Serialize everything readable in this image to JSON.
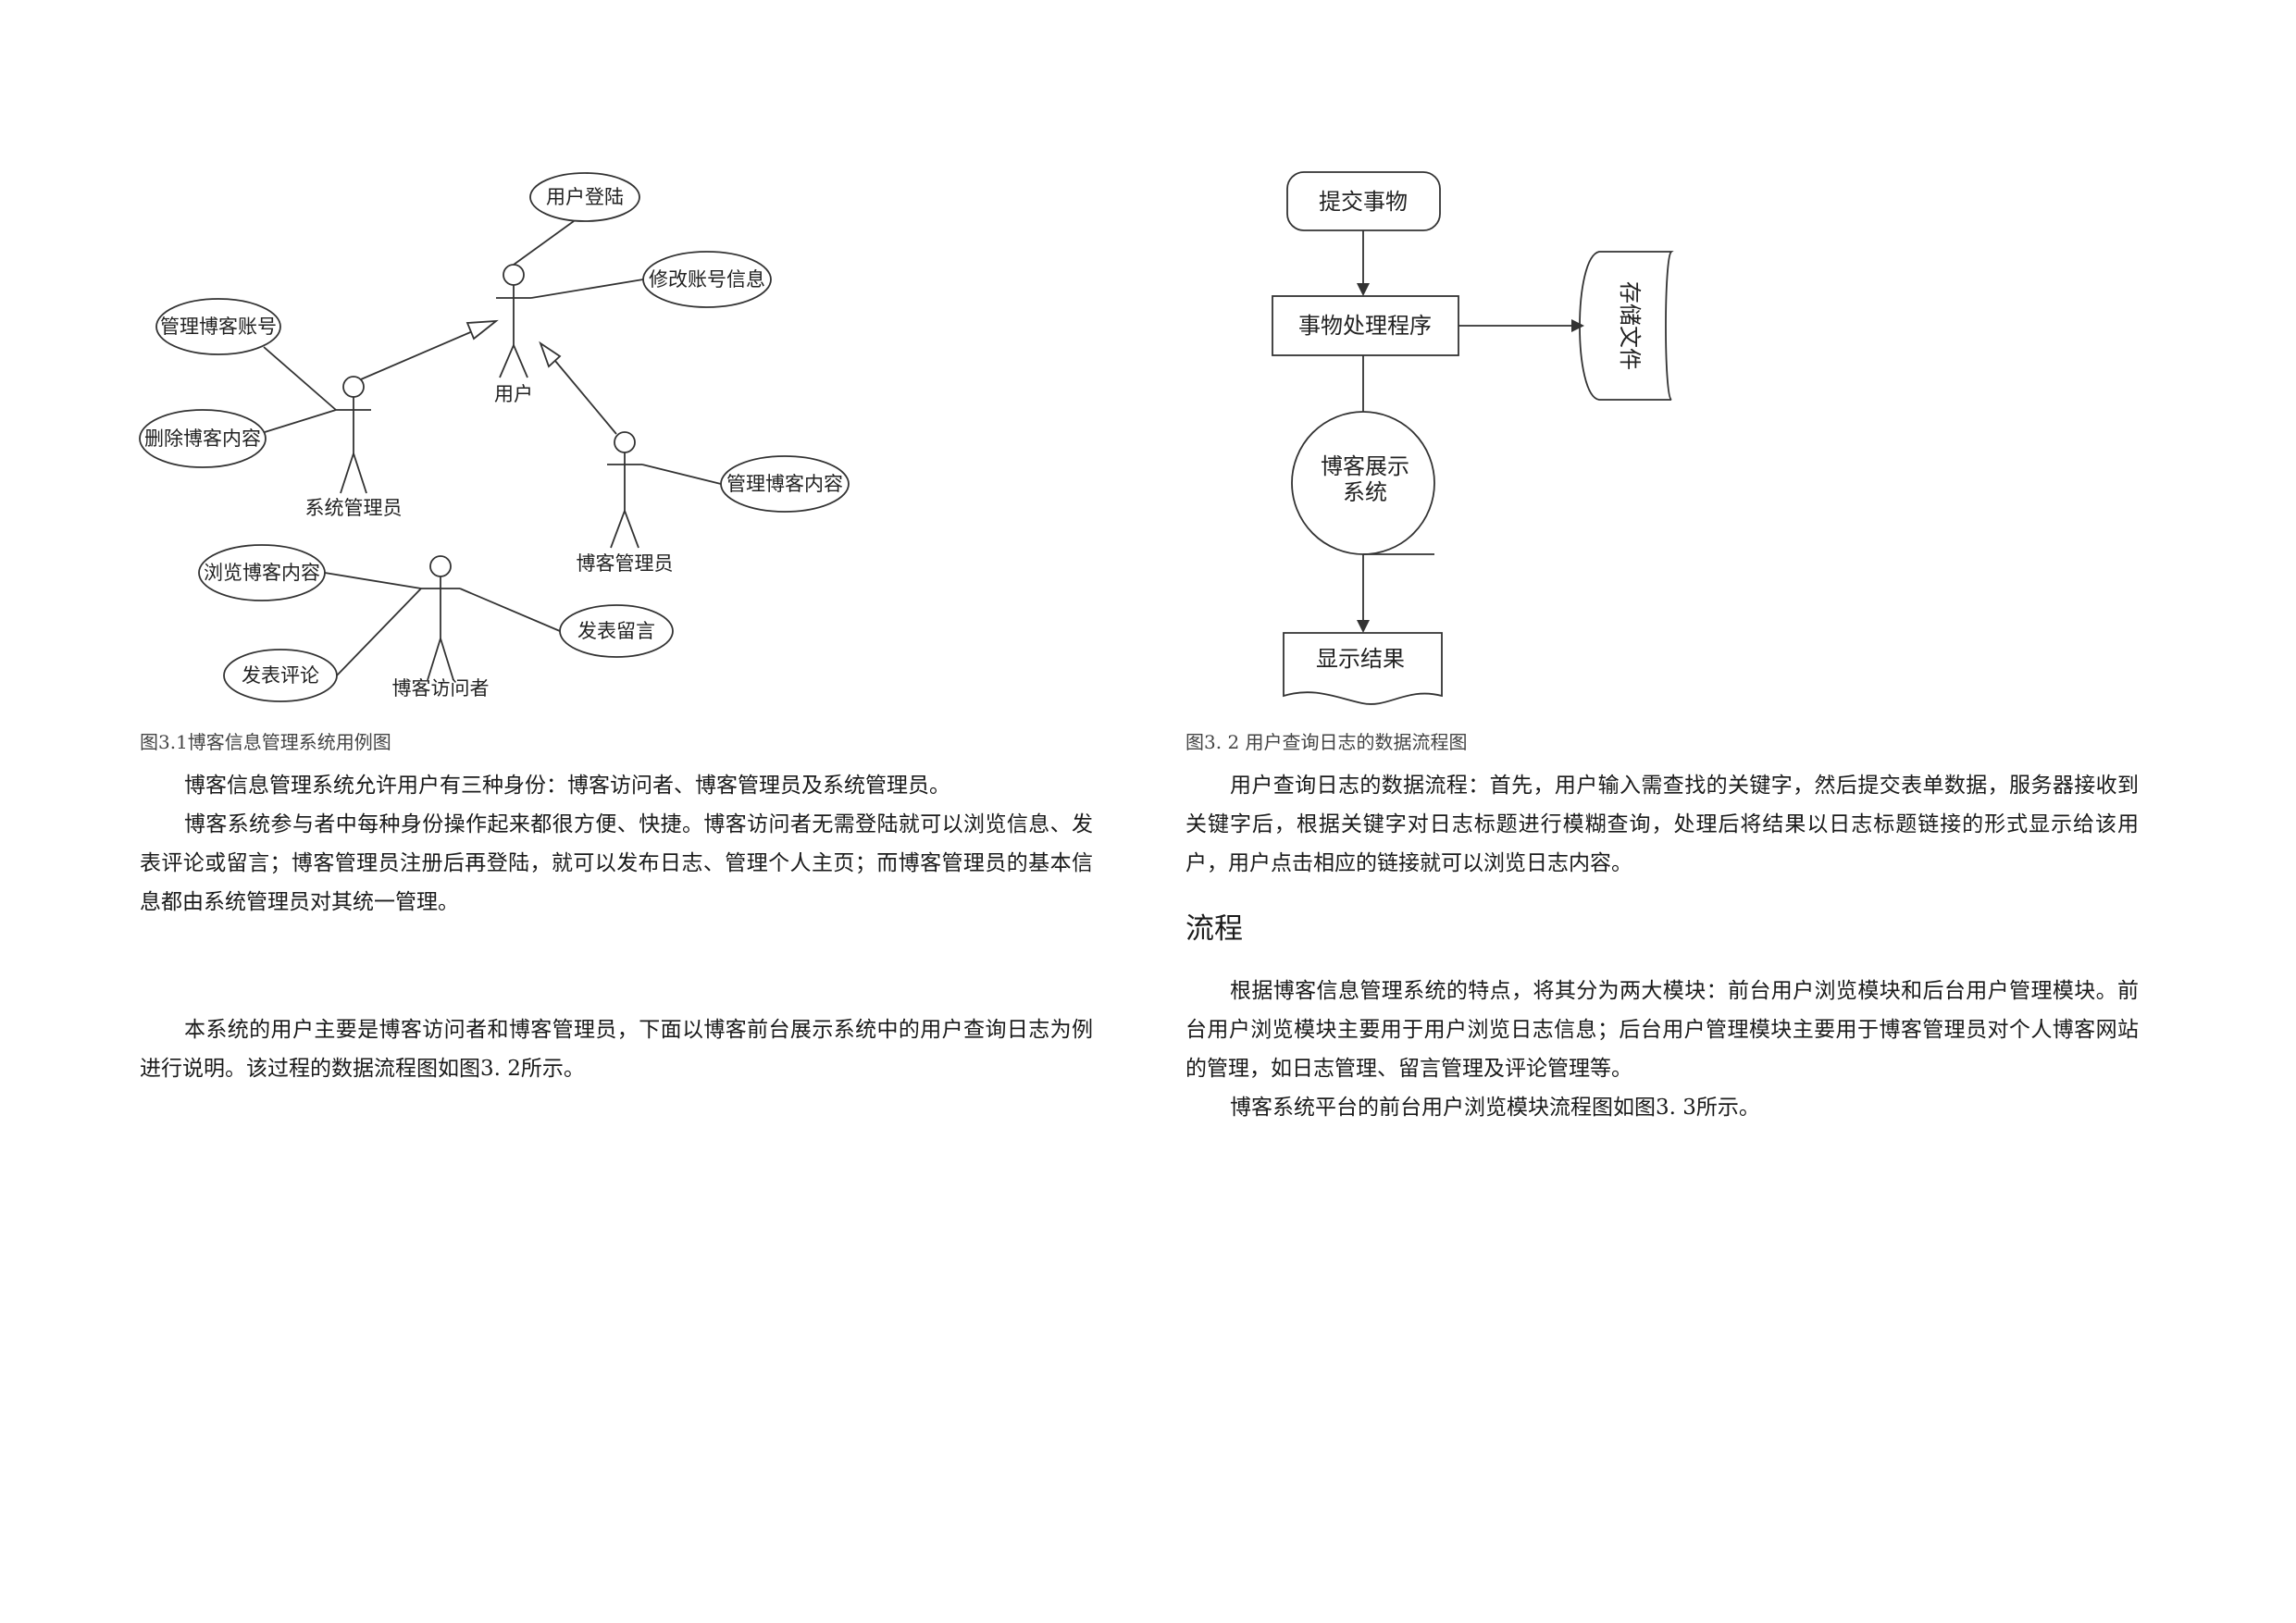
{
  "left": {
    "usecase_diagram": {
      "usecases": {
        "login": "用户登陆",
        "modify_account": "修改账号信息",
        "manage_blog_accounts": "管理博客账号",
        "delete_blog_content": "删除博客内容",
        "manage_blog_content": "管理博客内容",
        "browse_blog_content": "浏览博客内容",
        "post_comment": "发表评论",
        "post_message": "发表留言"
      },
      "actors": {
        "user": "用户",
        "system_admin": "系统管理员",
        "blog_admin": "博客管理员",
        "blog_visitor": "博客访问者"
      }
    },
    "figure_caption": "图3.1博客信息管理系统用例图",
    "paragraphs": [
      "博客信息管理系统允许用户有三种身份：博客访问者、博客管理员及系统管理员。",
      "博客系统参与者中每种身份操作起来都很方便、快捷。博客访问者无需登陆就可以浏览信息、发表评论或留言；博客管理员注册后再登陆，就可以发布日志、管理个人主页；而博客管理员的基本信息都由系统管理员对其统一管理。",
      "本系统的用户主要是博客访问者和博客管理员，下面以博客前台展示系统中的用户查询日志为例进行说明。该过程的数据流程图如图3. 2所示。"
    ]
  },
  "right": {
    "dataflow_diagram": {
      "submit": "提交事物",
      "process": "事物处理程序",
      "storage": "存储文件",
      "system_line1": "博客展示",
      "system_line2": "系统",
      "result": "显示结果"
    },
    "figure_caption": "图3. 2 用户查询日志的数据流程图",
    "paragraphs": [
      "用户查询日志的数据流程：首先，用户输入需查找的关键字，然后提交表单数据，服务器接收到关键字后，根据关键字对日志标题进行模糊查询，处理后将结果以日志标题链接的形式显示给该用户，用户点击相应的链接就可以浏览日志内容。",
      "根据博客信息管理系统的特点，将其分为两大模块：前台用户浏览模块和后台用户管理模块。前台用户浏览模块主要用于用户浏览日志信息；后台用户管理模块主要用于博客管理员对个人博客网站的管理，如日志管理、留言管理及评论管理等。",
      "博客系统平台的前台用户浏览模块流程图如图3. 3所示。"
    ],
    "section_heading": "流程"
  }
}
